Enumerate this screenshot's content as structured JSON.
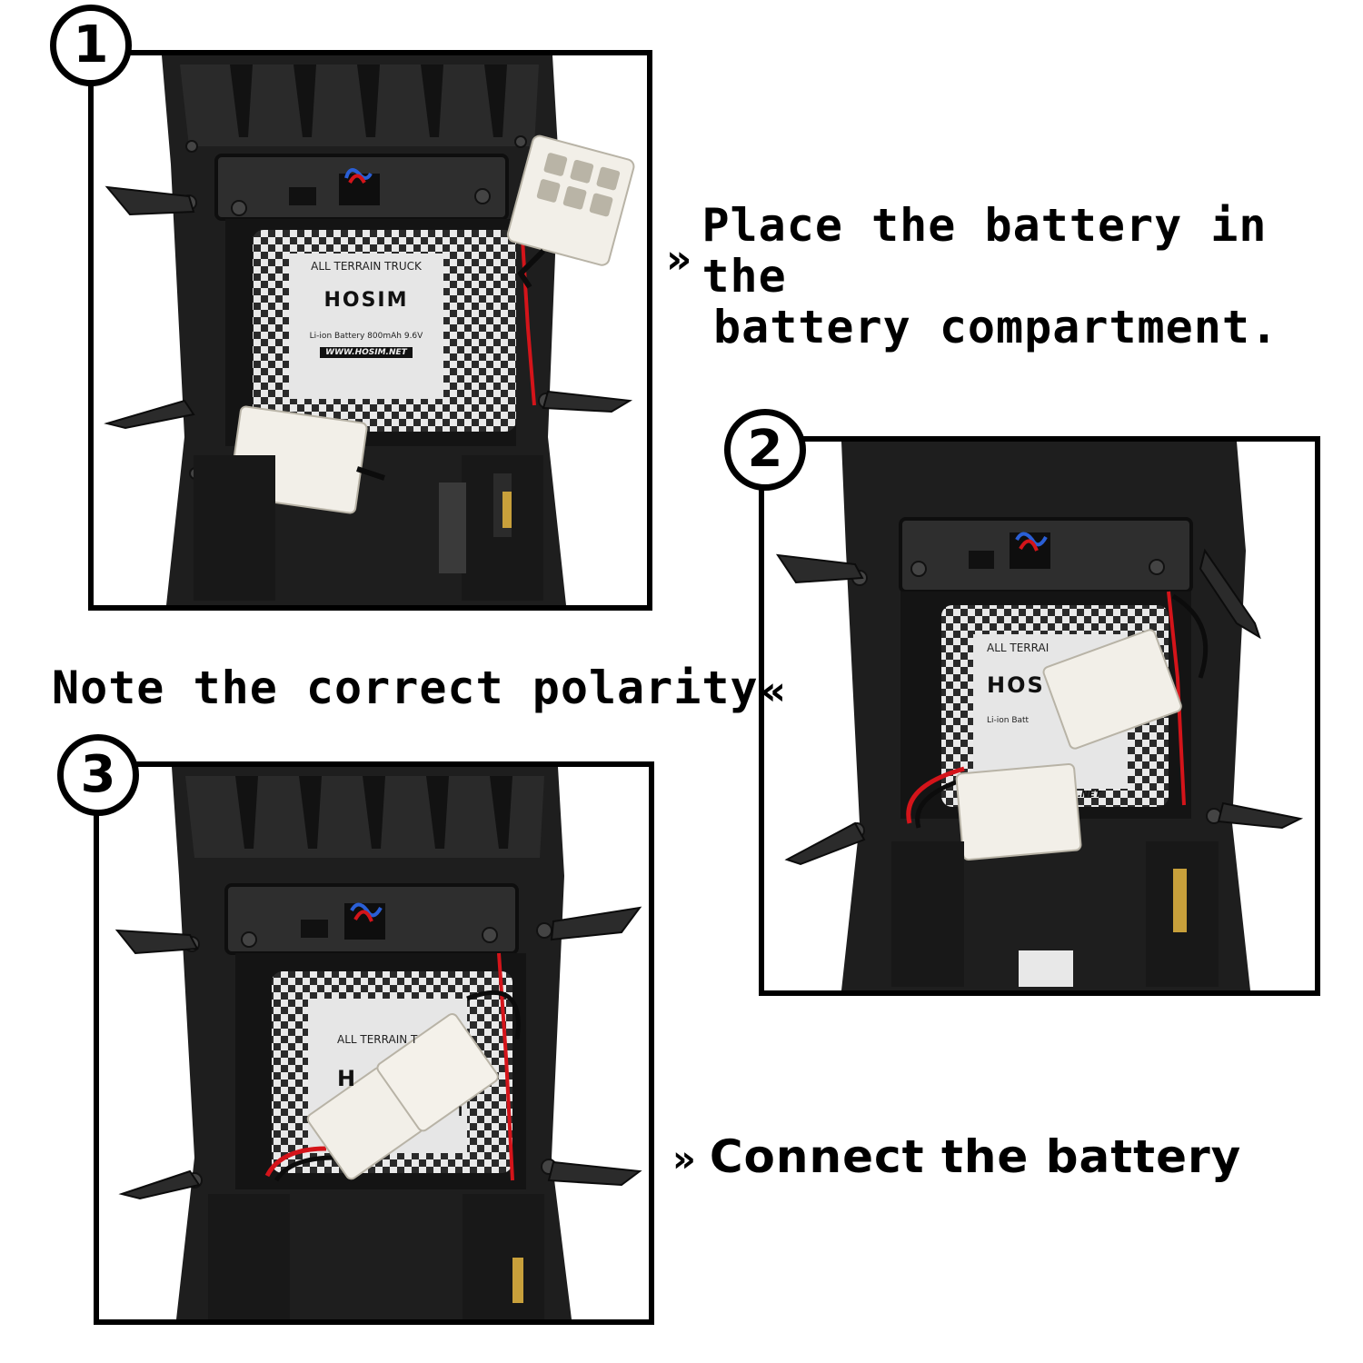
{
  "steps": [
    {
      "number": "1",
      "caption_line1": "Place the battery in the",
      "caption_line2": "battery compartment.",
      "marker": "»"
    },
    {
      "number": "2",
      "caption": "Note the correct polarity",
      "marker": "«"
    },
    {
      "number": "3",
      "caption": "Connect the battery",
      "marker": "»"
    }
  ],
  "battery_label": {
    "line1": "ALL TERRAIN TRUCK",
    "brand": "HOSIM",
    "spec": "Li-ion Battery 800mAh 9.6V",
    "url": "WWW.HOSIM.NET",
    "partial_line1_a": "ALL TERRAI",
    "partial_brand_a": "HOS",
    "partial_spec_a": "Li-ion Batt",
    "partial_url_a": ".NET",
    "partial_line1_b": "ALL TERRAIN T",
    "partial_brand_b": "H",
    "partial_url_b": "I"
  },
  "colors": {
    "frame_border": "#000000",
    "chassis": "#1c1c1c",
    "connector": "#f2efe8",
    "wire_red": "#d4141a",
    "wire_blue": "#2a5fd6"
  }
}
